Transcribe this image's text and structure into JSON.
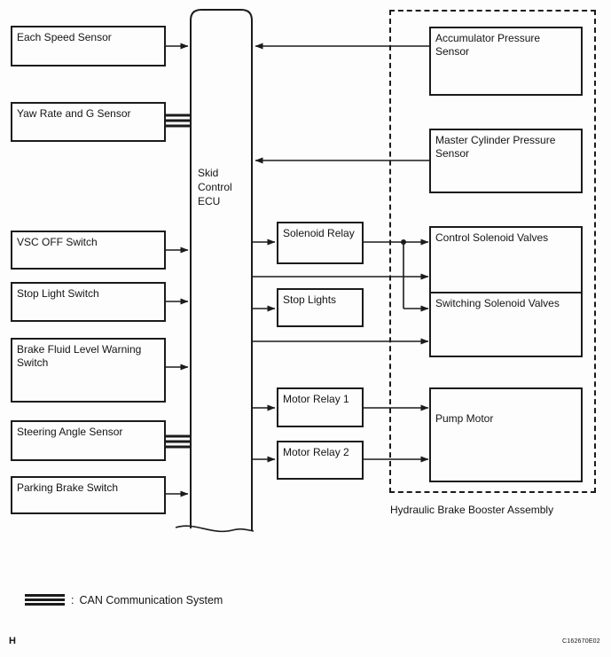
{
  "diagram": {
    "ecu": {
      "label": "Skid\nControl\nECU"
    },
    "left_nodes": [
      {
        "label": "Each Speed Sensor"
      },
      {
        "label": "Yaw Rate and G Sensor"
      },
      {
        "label": "VSC OFF Switch"
      },
      {
        "label": "Stop Light Switch"
      },
      {
        "label": "Brake Fluid Level Warning\nSwitch"
      },
      {
        "label": "Steering Angle Sensor"
      },
      {
        "label": "Parking Brake Switch"
      }
    ],
    "mid_nodes": [
      {
        "label": "Solenoid Relay"
      },
      {
        "label": "Stop Lights"
      },
      {
        "label": "Motor Relay 1"
      },
      {
        "label": "Motor Relay 2"
      }
    ],
    "assembly": {
      "caption": "Hydraulic Brake Booster Assembly",
      "nodes": [
        {
          "label": "Accumulator Pressure\nSensor"
        },
        {
          "label": "Master Cylinder Pressure\nSensor"
        },
        {
          "label": "Control Solenoid Valves"
        },
        {
          "label": "Switching Solenoid Valves"
        },
        {
          "label": "Pump Motor"
        }
      ]
    },
    "legend": {
      "separator": ":",
      "label": "CAN Communication System"
    },
    "footer": {
      "left": "H",
      "right": "C162670E02"
    },
    "colors": {
      "line": "#1b1b1b",
      "background": "#fdfdfd"
    }
  }
}
